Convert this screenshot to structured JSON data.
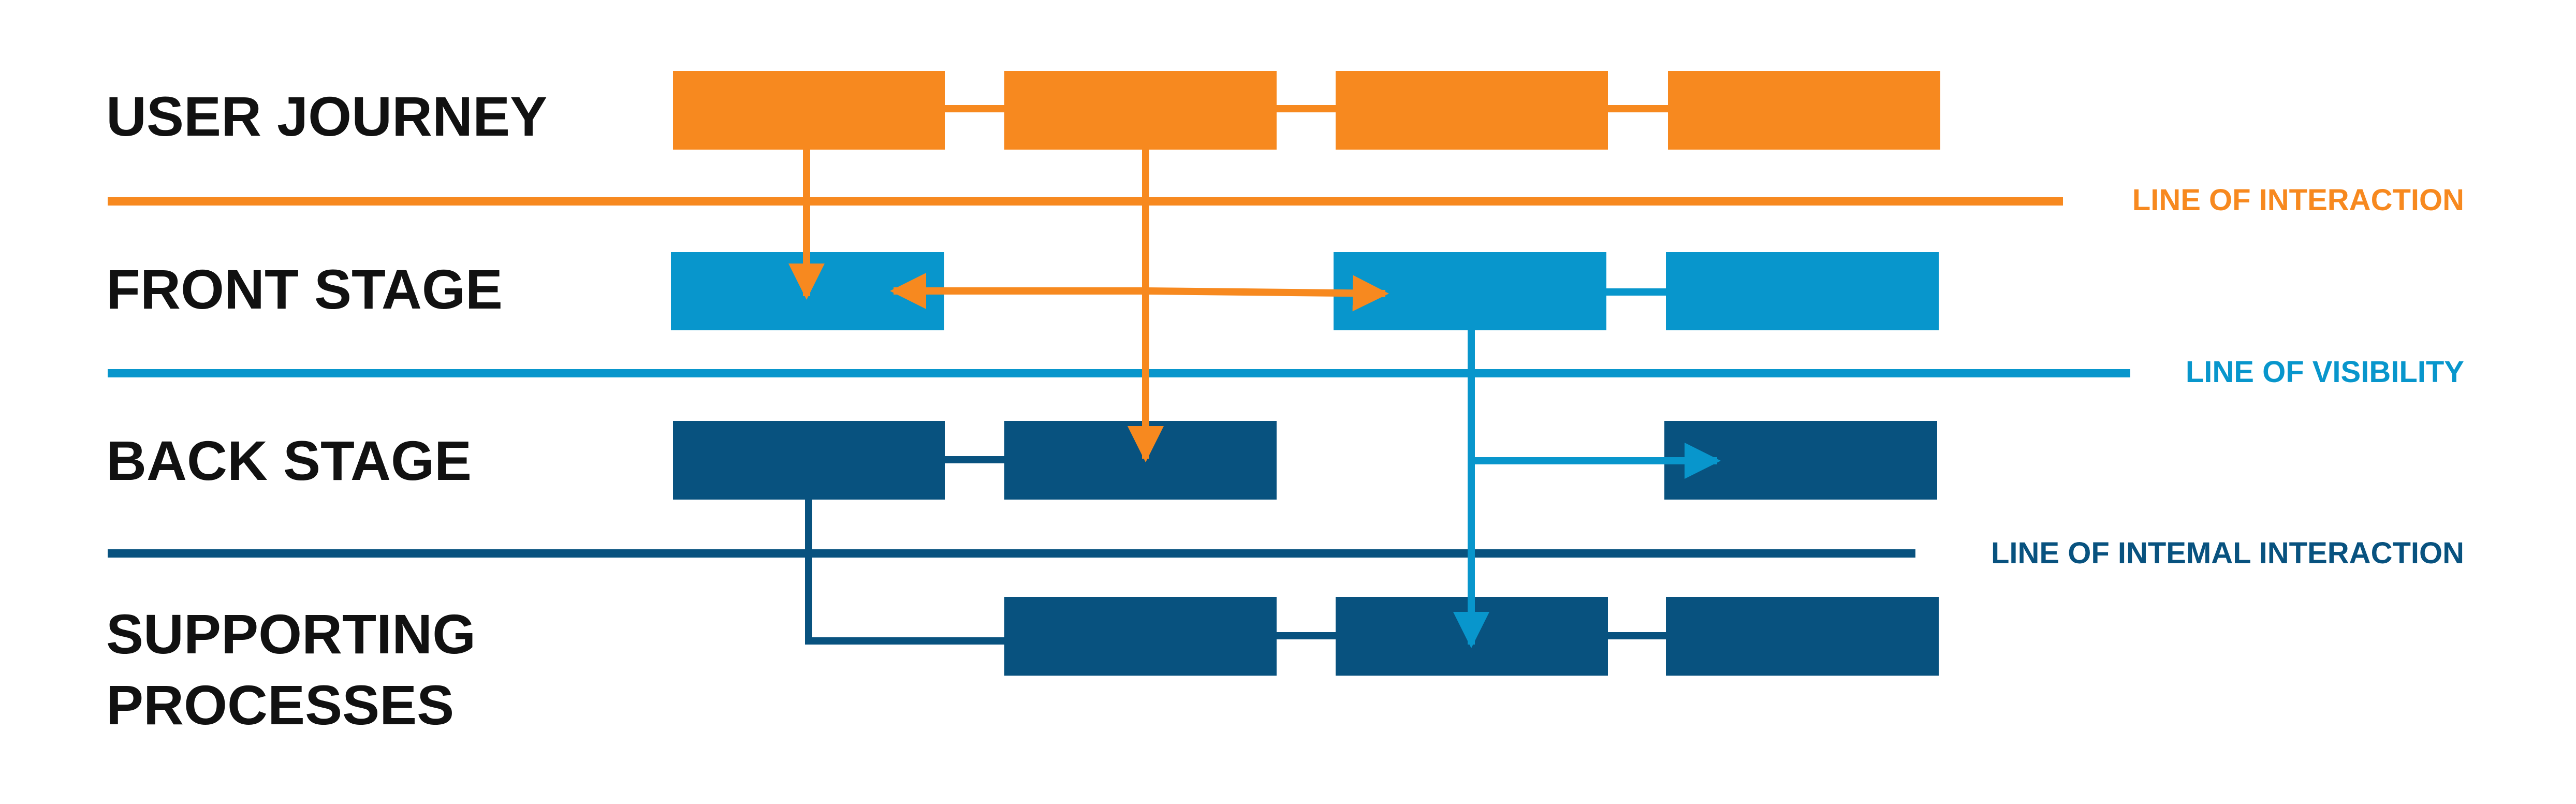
{
  "lanes": [
    {
      "label_lines": [
        "USER JOURNEY"
      ]
    },
    {
      "label_lines": [
        "FRONT STAGE"
      ]
    },
    {
      "label_lines": [
        "BACK STAGE"
      ]
    },
    {
      "label_lines": [
        "SUPPORTING",
        "PROCESSES"
      ]
    }
  ],
  "lines": {
    "interaction": "LINE OF INTERACTION",
    "visibility": "LINE OF VISIBILITY",
    "internal_interaction": "LINE OF INTEMAL INTERACTION"
  },
  "colors": {
    "orange": "#F7891F",
    "light_blue": "#0896CC",
    "dark_blue": "#08527F",
    "text": "#111111"
  }
}
